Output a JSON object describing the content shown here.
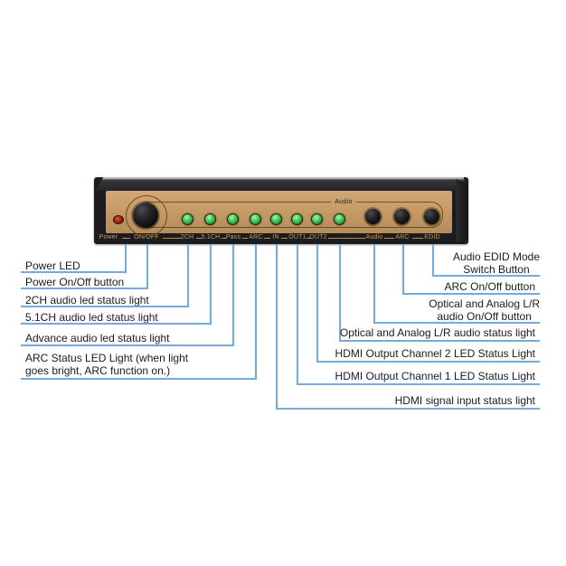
{
  "callout_color": "#74ABDC",
  "device": {
    "faceplate_color": "#C69B66",
    "section_label": "Audio",
    "silkscreen": [
      "Power",
      "ON/OFF",
      "2CH",
      "5.1CH",
      "Pass",
      "ARC",
      "IN",
      "OUT1",
      "OUT2",
      "Audio",
      "ARC",
      "EDID"
    ],
    "led_colors": {
      "power": "#A4241A",
      "status": "#43CF59"
    }
  },
  "callouts_left": [
    {
      "label": "Power LED"
    },
    {
      "label": "Power On/Off button"
    },
    {
      "label": "2CH audio led status light"
    },
    {
      "label": "5.1CH audio led status light"
    },
    {
      "label": "Advance audio led status light"
    },
    {
      "label": "ARC Status LED Light (when light\ngoes bright, ARC function on.)"
    }
  ],
  "callouts_right": [
    {
      "label": "Audio EDID Mode\nSwitch Button"
    },
    {
      "label": "ARC On/Off button"
    },
    {
      "label": "Optical and Analog L/R\naudio On/Off button"
    },
    {
      "label": "Optical and Analog L/R audio status light"
    },
    {
      "label": "HDMI Output Channel 2 LED Status Light"
    },
    {
      "label": "HDMI Output Channel 1 LED Status Light"
    },
    {
      "label": "HDMI signal input status light"
    }
  ]
}
